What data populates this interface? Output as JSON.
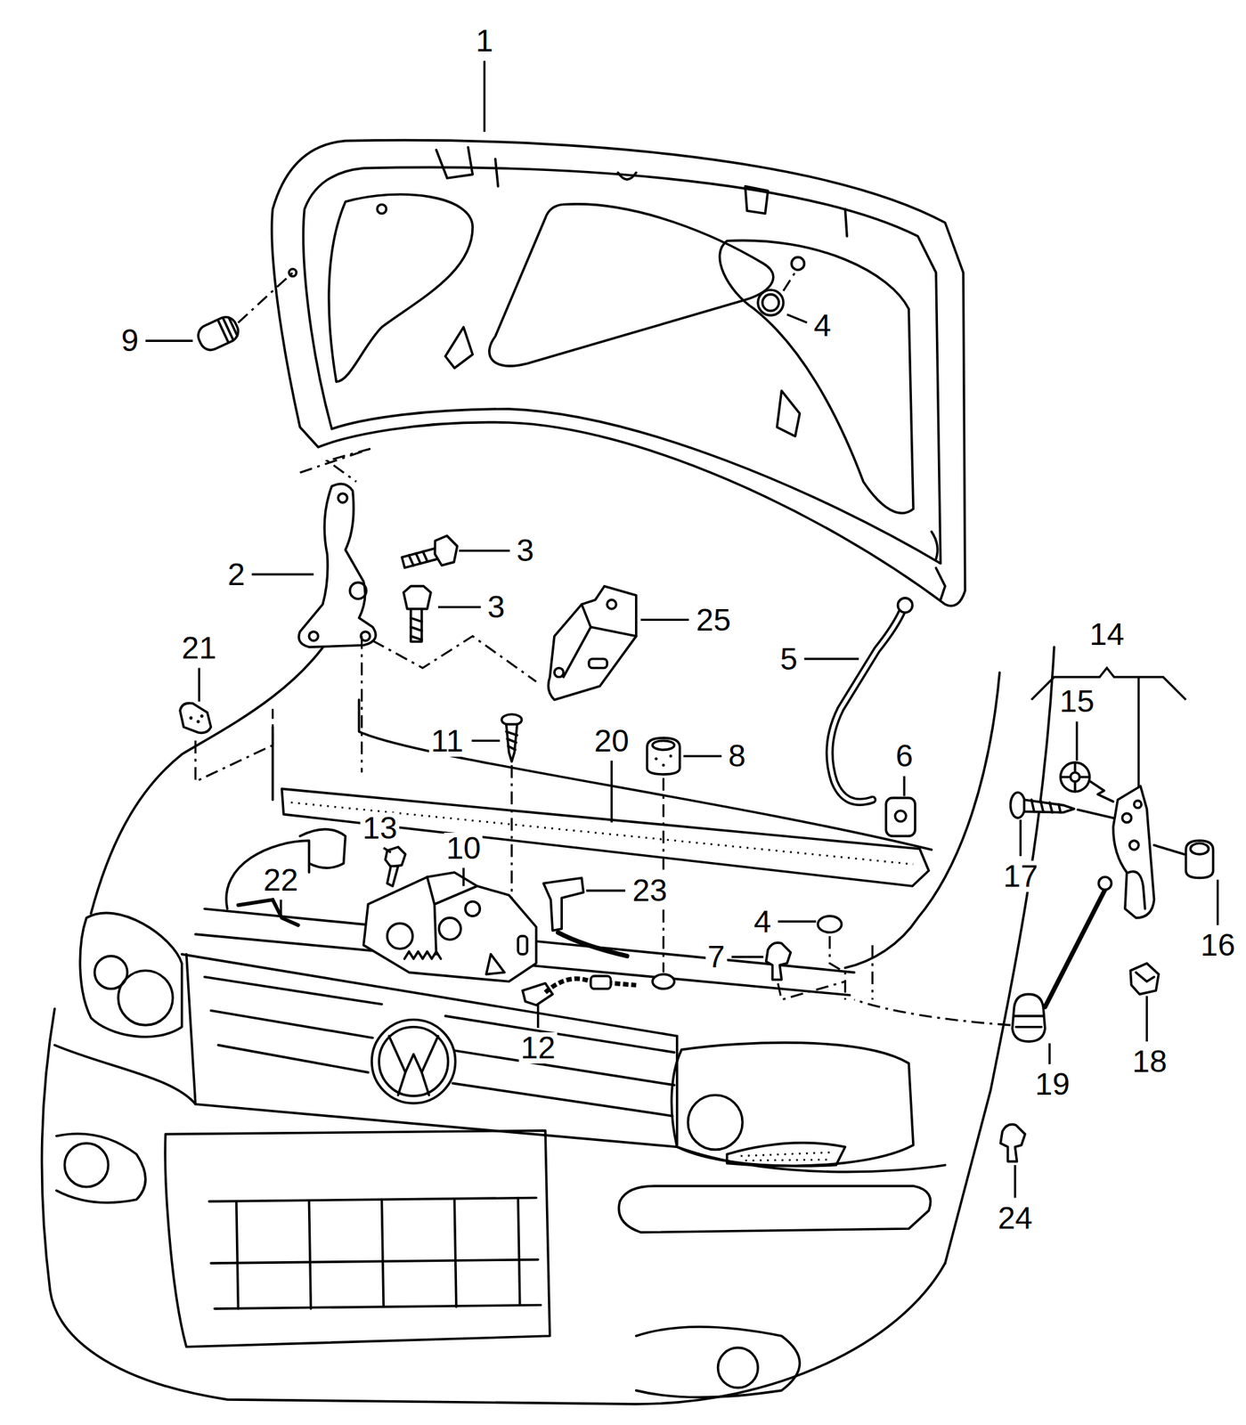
{
  "diagram": {
    "labels": [
      "1",
      "9",
      "4",
      "3",
      "2",
      "3",
      "25",
      "21",
      "14",
      "5",
      "15",
      "11",
      "20",
      "8",
      "6",
      "17",
      "16",
      "13",
      "10",
      "22",
      "23",
      "4",
      "7",
      "12",
      "18",
      "19",
      "24"
    ]
  }
}
